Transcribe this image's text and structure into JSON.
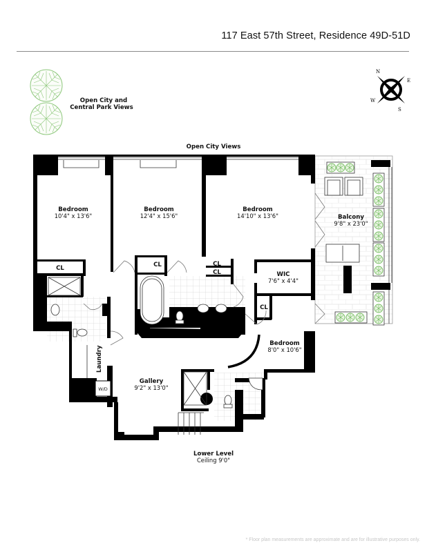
{
  "header": {
    "title": "117 East 57th Street, Residence 49D-51D"
  },
  "legend": {
    "views_label_line1": "Open City and",
    "views_label_line2": "Central Park Views",
    "tree_color": "#7fbf6a"
  },
  "compass": {
    "n": "N",
    "e": "E",
    "s": "S",
    "w": "W"
  },
  "plan": {
    "top_label": "Open City Views",
    "level_label": "Lower Level",
    "ceiling_label": "Ceiling 9'0\"",
    "rooms": [
      {
        "name": "Bedroom",
        "dims": "10'4\" x 13'6\""
      },
      {
        "name": "Bedroom",
        "dims": "12'4\" x 15'6\""
      },
      {
        "name": "Bedroom",
        "dims": "14'10\" x 13'6\""
      },
      {
        "name": "Balcony",
        "dims": "9'8\" x 23'0\""
      },
      {
        "name": "WIC",
        "dims": "7'6\" x 4'4\""
      },
      {
        "name": "Bedroom",
        "dims": "8'0\" x 10'6\""
      },
      {
        "name": "Gallery",
        "dims": "9'2\" x 13'0\""
      }
    ],
    "closets": [
      "CL",
      "CL",
      "CL",
      "CL",
      "CL"
    ],
    "laundry_label": "Laundry",
    "washer_dryer_label": "W/D",
    "wall_color": "#000000",
    "tile_color": "#d8d8d8",
    "planter_color": "#6fb85a"
  },
  "footer": {
    "disclaimer": "* Floor plan measurements are approximate and are for illustrative purposes only."
  }
}
